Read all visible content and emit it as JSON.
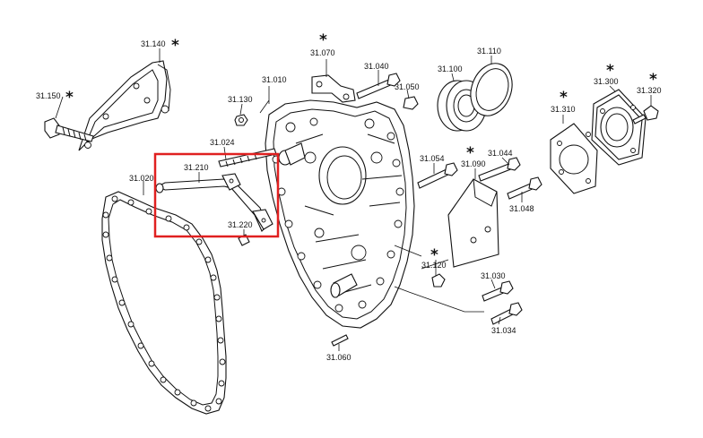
{
  "diagram": {
    "highlight_color": "#e02020",
    "labels": [
      {
        "id": "p31140",
        "text": "31.140",
        "starred": true
      },
      {
        "id": "p31150",
        "text": "31.150",
        "starred": true
      },
      {
        "id": "p31070",
        "text": "31.070",
        "starred": true
      },
      {
        "id": "p31040",
        "text": "31.040",
        "starred": false
      },
      {
        "id": "p31010",
        "text": "31.010",
        "starred": false
      },
      {
        "id": "p31050",
        "text": "31.050",
        "starred": false
      },
      {
        "id": "p31110",
        "text": "31.110",
        "starred": false
      },
      {
        "id": "p31100",
        "text": "31.100",
        "starred": false
      },
      {
        "id": "p31300",
        "text": "31.300",
        "starred": true
      },
      {
        "id": "p31320",
        "text": "31.320",
        "starred": true
      },
      {
        "id": "p31310",
        "text": "31.310",
        "starred": true
      },
      {
        "id": "p31130",
        "text": "31.130",
        "starred": false
      },
      {
        "id": "p31024",
        "text": "31.024",
        "starred": false
      },
      {
        "id": "p31210",
        "text": "31.210",
        "starred": false
      },
      {
        "id": "p31020",
        "text": "31.020",
        "starred": false
      },
      {
        "id": "p31220",
        "text": "31.220",
        "starred": false
      },
      {
        "id": "p31054",
        "text": "31.054",
        "starred": false
      },
      {
        "id": "p31090",
        "text": "31.090",
        "starred": true
      },
      {
        "id": "p31044",
        "text": "31.044",
        "starred": false
      },
      {
        "id": "p31048",
        "text": "31.048",
        "starred": false
      },
      {
        "id": "p31120",
        "text": "31.120",
        "starred": true
      },
      {
        "id": "p31030",
        "text": "31.030",
        "starred": false
      },
      {
        "id": "p31034",
        "text": "31.034",
        "starred": false
      },
      {
        "id": "p31060",
        "text": "31.060",
        "starred": false
      }
    ]
  }
}
